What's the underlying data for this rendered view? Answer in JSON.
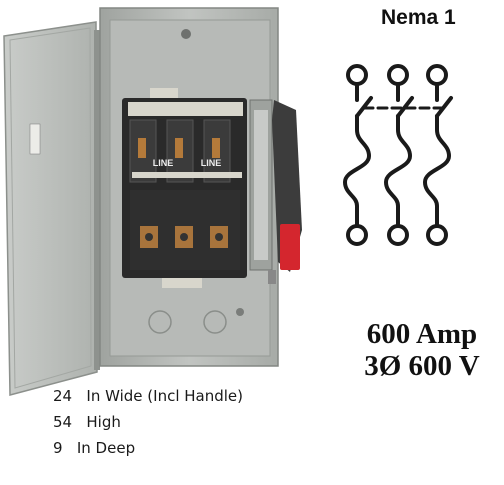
{
  "nema_label": "Nema 1",
  "ratings": {
    "amperage": "600 Amp",
    "voltage": "3Ø 600 V"
  },
  "panel_labels": {
    "left": "LINE",
    "right": "LINE"
  },
  "dimensions": [
    {
      "value": "24",
      "desc": "In Wide (Incl Handle)"
    },
    {
      "value": "54",
      "desc": "High"
    },
    {
      "value": "9",
      "desc": "In Deep"
    }
  ],
  "colors": {
    "enclosure": "#b9bcb8",
    "handle": "#d4262e",
    "schematic": "#1a1a1a"
  }
}
